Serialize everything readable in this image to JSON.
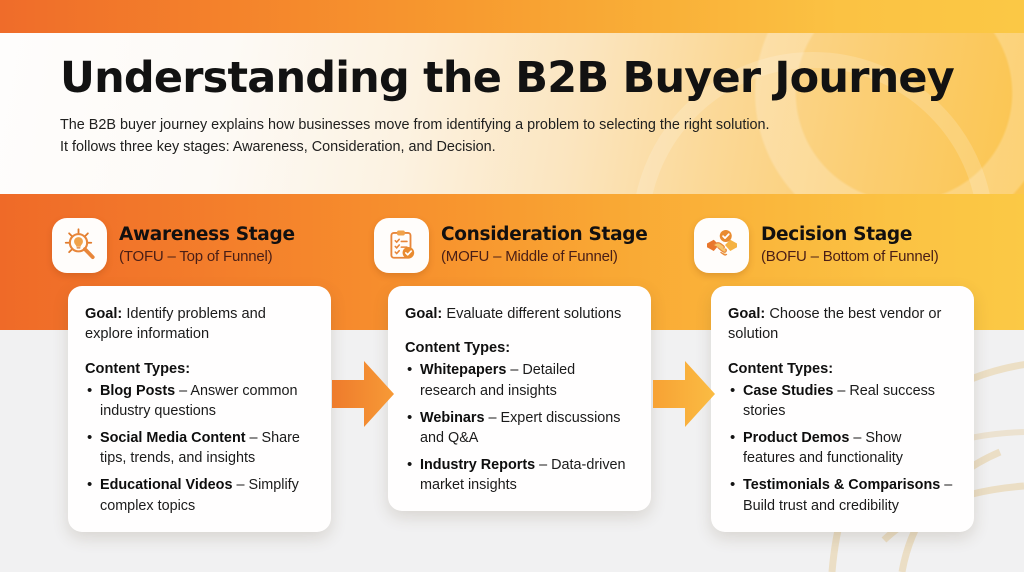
{
  "header": {
    "title": "Understanding the B2B Buyer Journey",
    "subtitle_line1": "The B2B buyer journey explains how businesses move from identifying a problem to selecting the right solution.",
    "subtitle_line2": "It follows three key stages: Awareness, Consideration, and Decision."
  },
  "colors": {
    "band_start": "#ef6a28",
    "band_mid": "#f8982f",
    "band_end": "#fbc945",
    "arrow_1": "#f2822f",
    "arrow_2": "#f9ae3d",
    "card_bg": "#fffefe",
    "title_text": "#121212",
    "stage_subtitle_text": "#4a1e16"
  },
  "stages": [
    {
      "icon": "magnifier-lightbulb-icon",
      "name": "Awareness Stage",
      "funnel": "(TOFU – Top of Funnel)",
      "goal_label": "Goal:",
      "goal_text": " Identify problems and explore information",
      "content_types_label": "Content Types:",
      "items": [
        {
          "term": "Blog Posts",
          "desc": " – Answer common industry questions"
        },
        {
          "term": "Social Media Content",
          "desc": " – Share tips, trends, and insights"
        },
        {
          "term": "Educational Videos",
          "desc": " – Simplify complex topics"
        }
      ]
    },
    {
      "icon": "clipboard-check-icon",
      "name": "Consideration Stage",
      "funnel": "(MOFU – Middle of Funnel)",
      "goal_label": "Goal:",
      "goal_text": " Evaluate different solutions",
      "content_types_label": "Content Types:",
      "items": [
        {
          "term": "Whitepapers",
          "desc": " – Detailed research and insights"
        },
        {
          "term": "Webinars",
          "desc": " – Expert discussions and Q&A"
        },
        {
          "term": "Industry Reports",
          "desc": " – Data-driven market insights"
        }
      ]
    },
    {
      "icon": "handshake-check-icon",
      "name": "Decision Stage",
      "funnel": "(BOFU – Bottom of Funnel)",
      "goal_label": "Goal:",
      "goal_text": " Choose the best vendor or solution",
      "content_types_label": "Content Types:",
      "items": [
        {
          "term": "Case Studies",
          "desc": " – Real success stories"
        },
        {
          "term": "Product Demos",
          "desc": " – Show features and functionality"
        },
        {
          "term": "Testimonials & Comparisons",
          "desc": " – Build trust and credibility"
        }
      ]
    }
  ],
  "arrows": [
    {
      "name": "arrow-awareness-to-consideration"
    },
    {
      "name": "arrow-consideration-to-decision"
    }
  ]
}
